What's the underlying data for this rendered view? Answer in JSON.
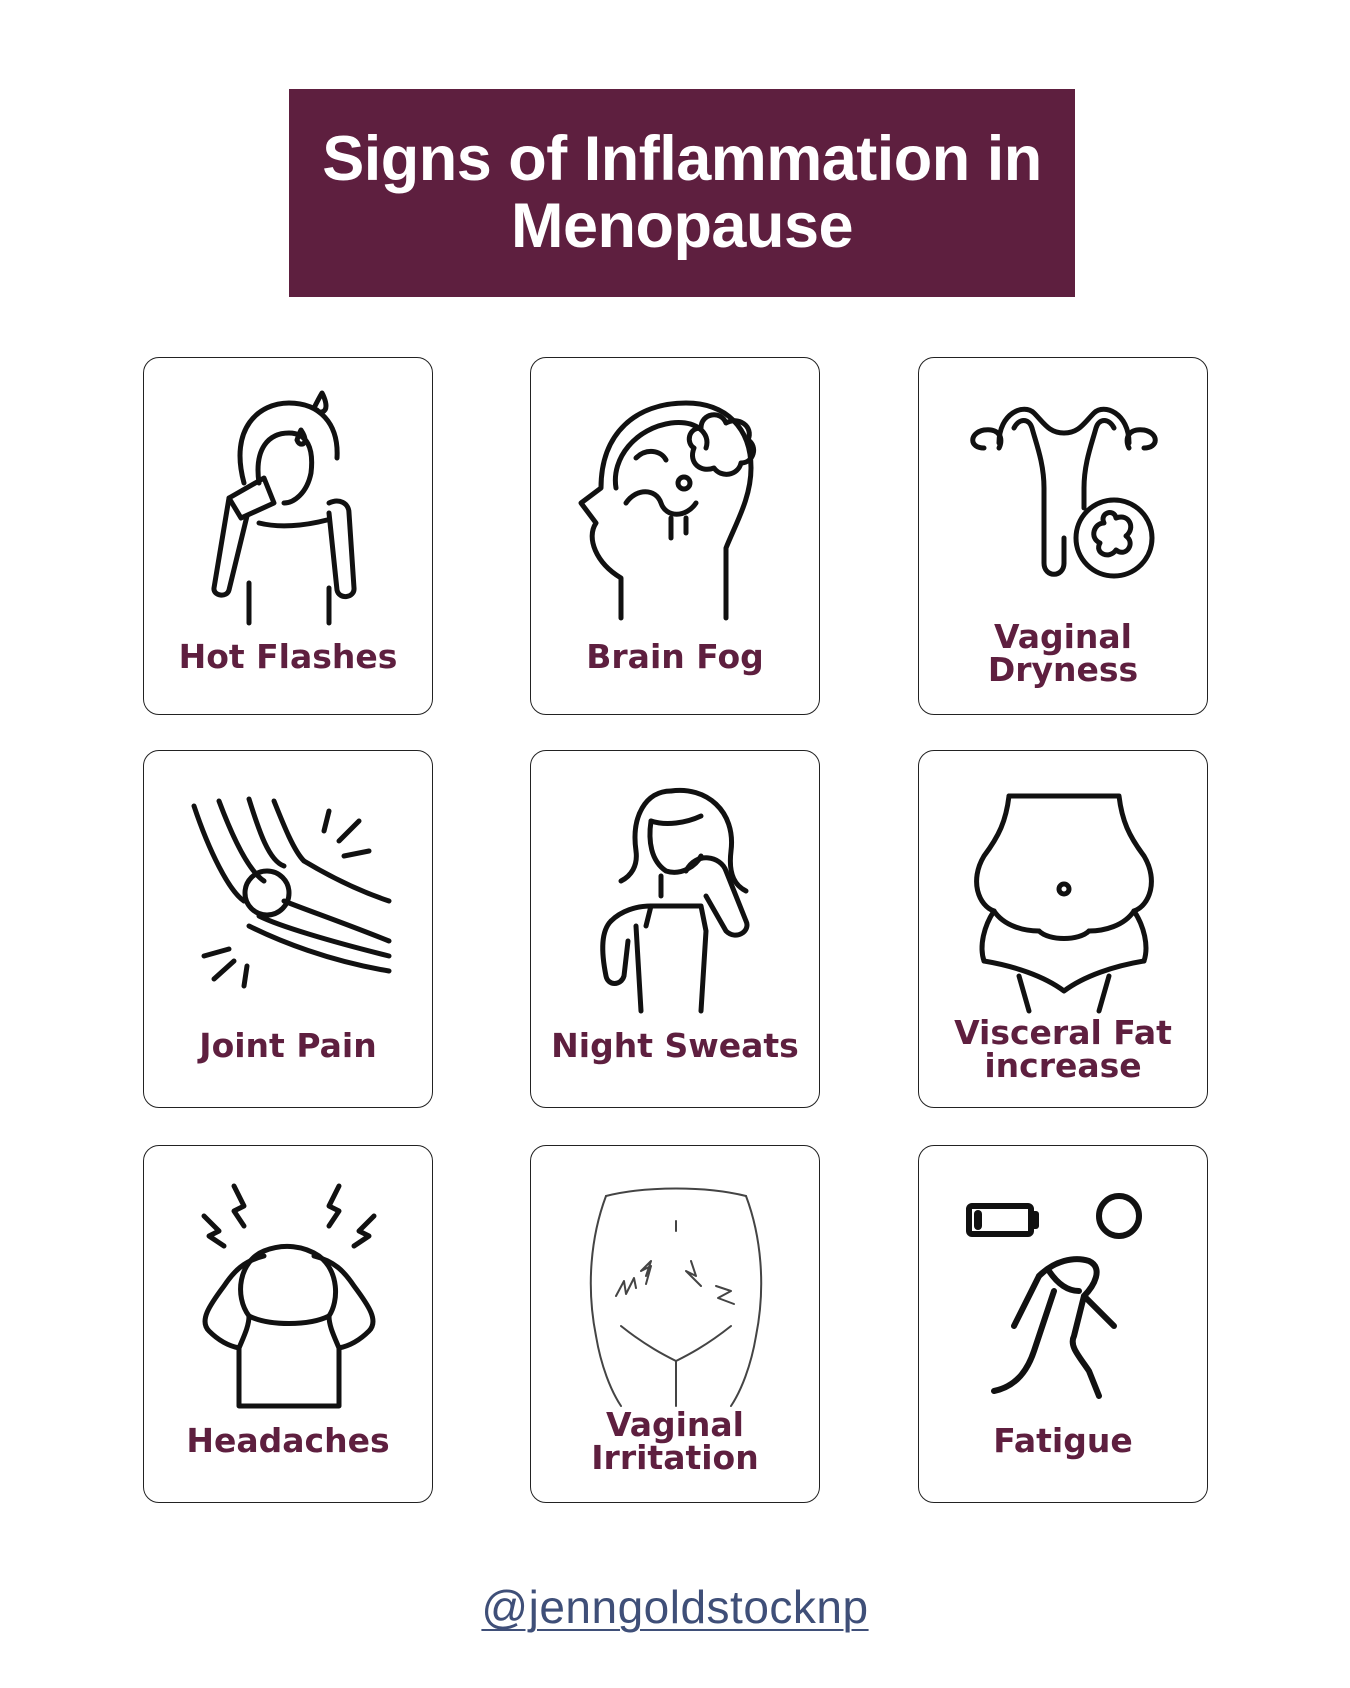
{
  "header": {
    "title": "Signs of Inflammation in Menopause"
  },
  "symptoms": [
    {
      "label": "Hot Flashes",
      "icon": "hot-flashes-icon"
    },
    {
      "label": "Brain Fog",
      "icon": "brain-fog-icon"
    },
    {
      "label": "Vaginal Dryness",
      "icon": "uterus-icon"
    },
    {
      "label": "Joint Pain",
      "icon": "joint-pain-icon"
    },
    {
      "label": "Night Sweats",
      "icon": "night-sweats-icon"
    },
    {
      "label": "Visceral Fat increase",
      "icon": "belly-icon"
    },
    {
      "label": "Headaches",
      "icon": "headache-icon"
    },
    {
      "label": "Vaginal Irritation",
      "icon": "pelvis-irritation-icon"
    },
    {
      "label": "Fatigue",
      "icon": "fatigue-icon"
    }
  ],
  "footer": {
    "handle": "@jenngoldstocknp"
  },
  "colors": {
    "accent": "#5e1f3f",
    "handle": "#3f4f78",
    "outline": "#222222"
  }
}
